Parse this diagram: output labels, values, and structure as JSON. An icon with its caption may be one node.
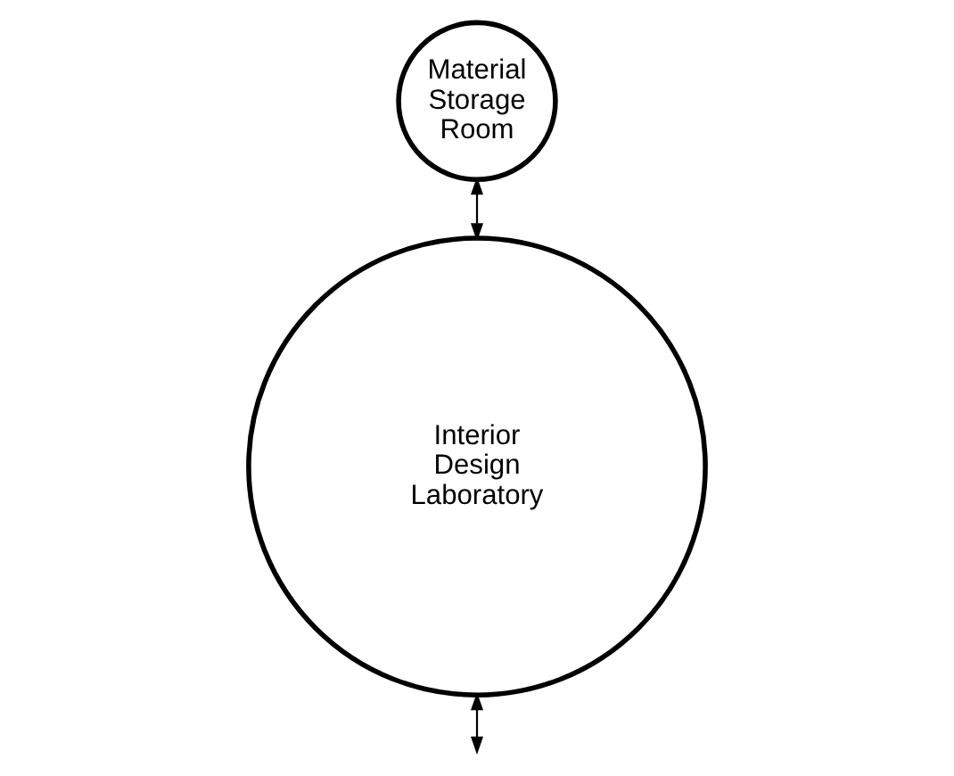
{
  "diagram": {
    "nodes": [
      {
        "text": [
          "Material Storage Room"
        ]
      },
      {
        "text": [
          "Interior Design Laboratory"
        ]
      }
    ],
    "edges": [
      {
        "from": 0,
        "to": 1,
        "arrow": "both"
      },
      {
        "from": 1,
        "to": null,
        "arrow": "both"
      }
    ]
  }
}
